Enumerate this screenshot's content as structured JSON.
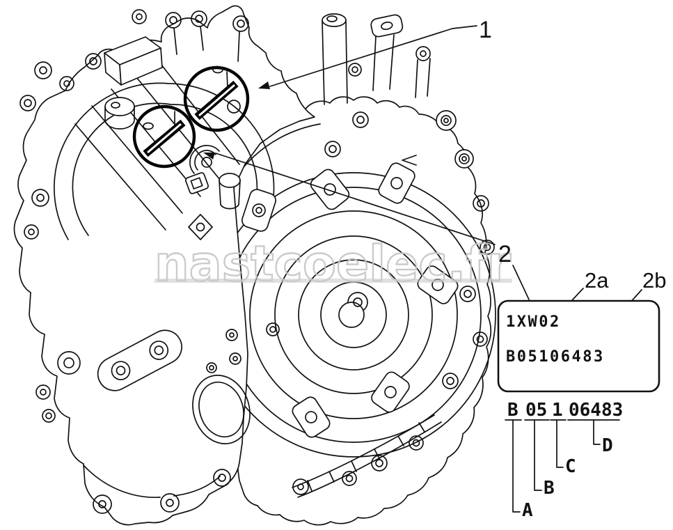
{
  "watermark": {
    "text": "nastcoelec.fr"
  },
  "callouts": {
    "one": "1",
    "two": "2",
    "two_a": "2a",
    "two_b": "2b"
  },
  "id_plate": {
    "line1": "1XW02",
    "line2": "B05106483"
  },
  "code_breakdown": {
    "row": [
      {
        "code": "B",
        "letter": "A"
      },
      {
        "code": "05",
        "letter": "B"
      },
      {
        "code": "1",
        "letter": "C"
      },
      {
        "code": "06483",
        "letter": "D"
      }
    ]
  },
  "colors": {
    "line": "#111111",
    "watermark": "#c6c6c6",
    "background": "#ffffff"
  }
}
